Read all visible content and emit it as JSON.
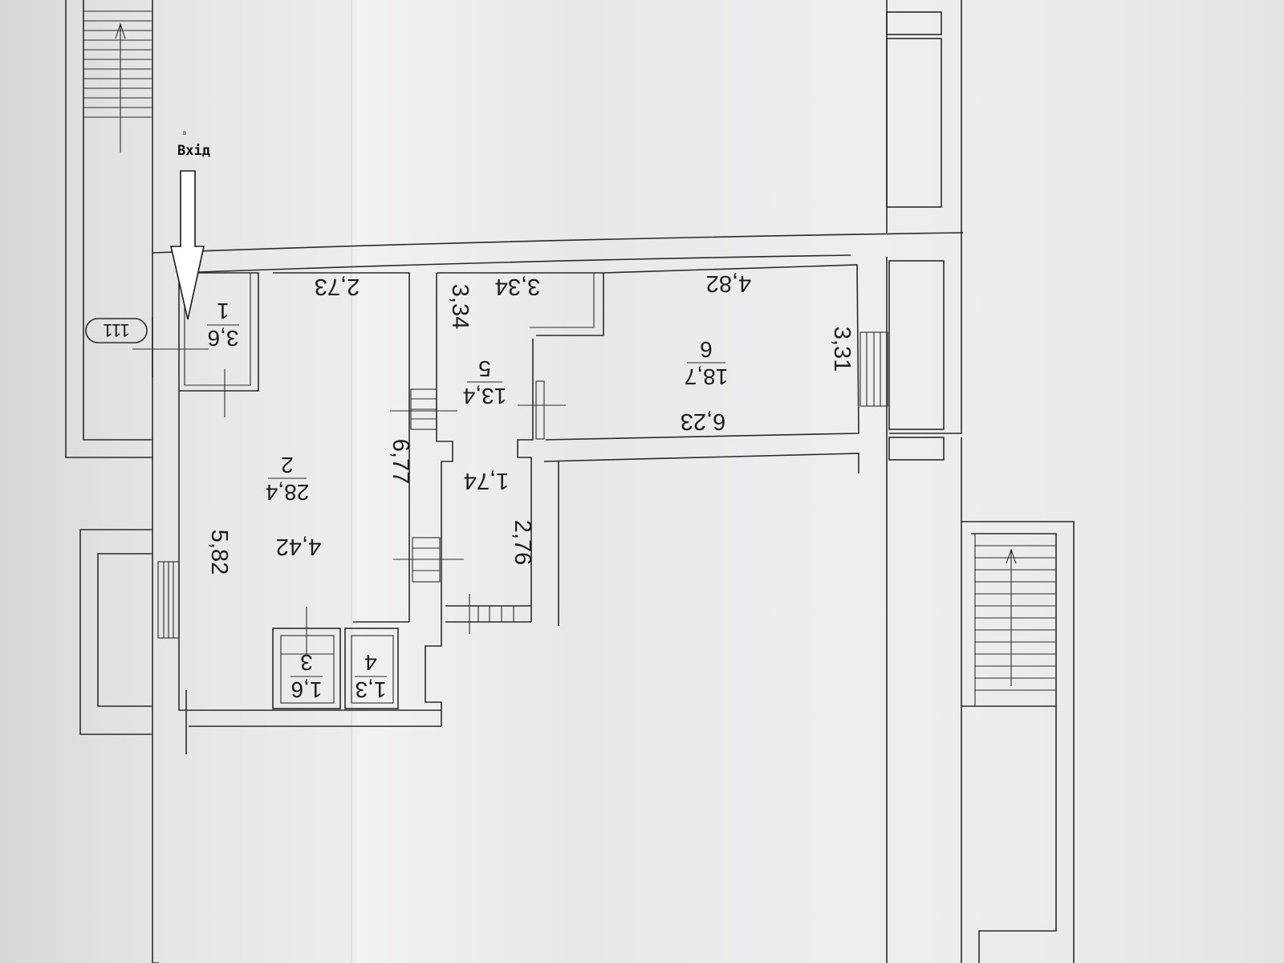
{
  "entrance": {
    "label": "Вхід",
    "tiny": "В"
  },
  "building_number": "111",
  "rooms": [
    {
      "id": "1",
      "area": "3,6"
    },
    {
      "id": "2",
      "area": "28,4"
    },
    {
      "id": "3",
      "area": "1,6"
    },
    {
      "id": "4",
      "area": "1,3"
    },
    {
      "id": "5",
      "area": "13,4"
    },
    {
      "id": "6",
      "area": "18,7"
    }
  ],
  "dimensions": {
    "d273": "2,73",
    "d334a": "3,34",
    "d334b": "3,34",
    "d482": "4,82",
    "d331": "3,31",
    "d623": "6,23",
    "d677": "6,77",
    "d174": "1,74",
    "d276": "2,76",
    "d582": "5,82",
    "d442": "4,42"
  }
}
